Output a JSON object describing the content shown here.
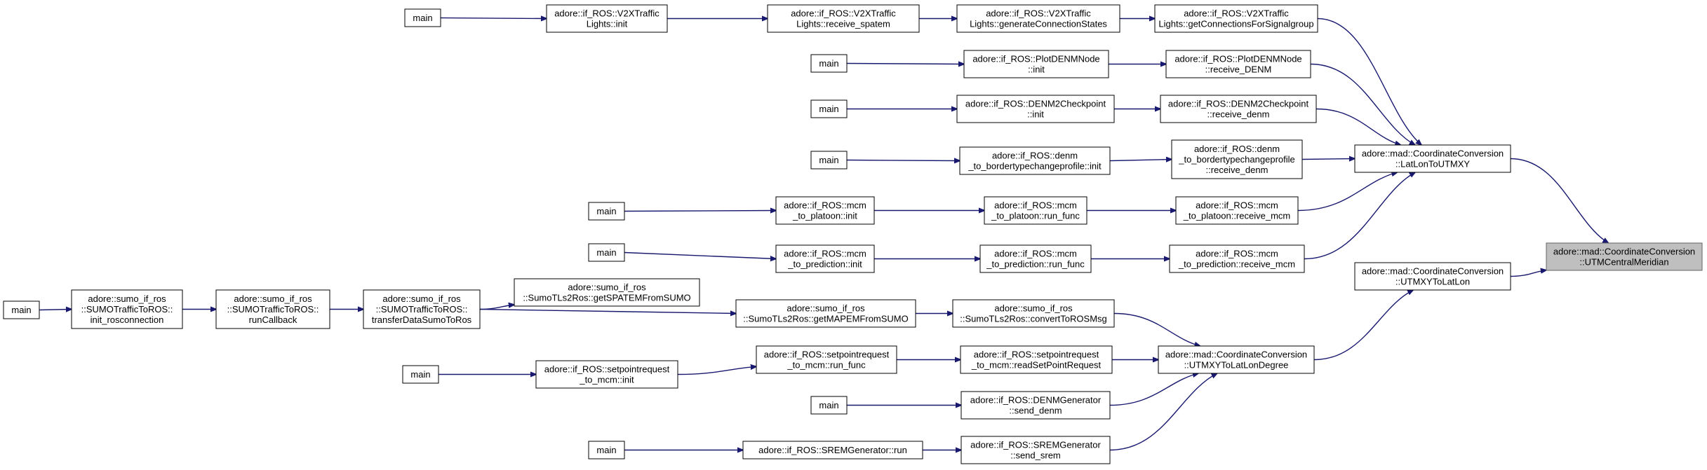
{
  "nodes": [
    {
      "id": "target",
      "lines": [
        "adore::mad::CoordinateConversion",
        "::UTMCentralMeridian"
      ]
    },
    {
      "id": "latlon",
      "lines": [
        "adore::mad::CoordinateConversion",
        "::LatLonToUTMXY"
      ]
    },
    {
      "id": "utmlatlon",
      "lines": [
        "adore::mad::CoordinateConversion",
        "::UTMXYToLatLon"
      ]
    },
    {
      "id": "utmdeg",
      "lines": [
        "adore::mad::CoordinateConversion",
        "::UTMXYToLatLonDegree"
      ]
    },
    {
      "id": "getconn",
      "lines": [
        "adore::if_ROS::V2XTraffic",
        "Lights::getConnectionsForSignalgroup"
      ]
    },
    {
      "id": "genconn",
      "lines": [
        "adore::if_ROS::V2XTraffic",
        "Lights::generateConnectionStates"
      ]
    },
    {
      "id": "recvspatem",
      "lines": [
        "adore::if_ROS::V2XTraffic",
        "Lights::receive_spatem"
      ]
    },
    {
      "id": "v2xinit",
      "lines": [
        "adore::if_ROS::V2XTraffic",
        "Lights::init"
      ]
    },
    {
      "id": "main1",
      "lines": [
        "main"
      ]
    },
    {
      "id": "plotrecv",
      "lines": [
        "adore::if_ROS::PlotDENMNode",
        "::receive_DENM"
      ]
    },
    {
      "id": "plotinit",
      "lines": [
        "adore::if_ROS::PlotDENMNode",
        "::init"
      ]
    },
    {
      "id": "main2",
      "lines": [
        "main"
      ]
    },
    {
      "id": "d2crecv",
      "lines": [
        "adore::if_ROS::DENM2Checkpoint",
        "::receive_denm"
      ]
    },
    {
      "id": "d2cinit",
      "lines": [
        "adore::if_ROS::DENM2Checkpoint",
        "::init"
      ]
    },
    {
      "id": "main3",
      "lines": [
        "main"
      ]
    },
    {
      "id": "btrecv",
      "lines": [
        "adore::if_ROS::denm",
        "_to_bordertypechangeprofile",
        "::receive_denm"
      ]
    },
    {
      "id": "btinit",
      "lines": [
        "adore::if_ROS::denm",
        "_to_bordertypechangeprofile::init"
      ]
    },
    {
      "id": "main4",
      "lines": [
        "main"
      ]
    },
    {
      "id": "platrecv",
      "lines": [
        "adore::if_ROS::mcm",
        "_to_platoon::receive_mcm"
      ]
    },
    {
      "id": "platrun",
      "lines": [
        "adore::if_ROS::mcm",
        "_to_platoon::run_func"
      ]
    },
    {
      "id": "platinit",
      "lines": [
        "adore::if_ROS::mcm",
        "_to_platoon::init"
      ]
    },
    {
      "id": "main5",
      "lines": [
        "main"
      ]
    },
    {
      "id": "predrecv",
      "lines": [
        "adore::if_ROS::mcm",
        "_to_prediction::receive_mcm"
      ]
    },
    {
      "id": "predrun",
      "lines": [
        "adore::if_ROS::mcm",
        "_to_prediction::run_func"
      ]
    },
    {
      "id": "predinit",
      "lines": [
        "adore::if_ROS::mcm",
        "_to_prediction::init"
      ]
    },
    {
      "id": "main6",
      "lines": [
        "main"
      ]
    },
    {
      "id": "spatem",
      "lines": [
        "adore::sumo_if_ros",
        "::SumoTLs2Ros::getSPATEMFromSUMO"
      ]
    },
    {
      "id": "mapem",
      "lines": [
        "adore::sumo_if_ros",
        "::SumoTLs2Ros::getMAPEMFromSUMO"
      ]
    },
    {
      "id": "convros",
      "lines": [
        "adore::sumo_if_ros",
        "::SumoTLs2Ros::convertToROSMsg"
      ]
    },
    {
      "id": "transfer",
      "lines": [
        "adore::sumo_if_ros",
        "::SUMOTrafficToROS::",
        "transferDataSumoToRos"
      ]
    },
    {
      "id": "runcb",
      "lines": [
        "adore::sumo_if_ros",
        "::SUMOTrafficToROS::",
        "runCallback"
      ]
    },
    {
      "id": "initros",
      "lines": [
        "adore::sumo_if_ros",
        "::SUMOTrafficToROS::",
        "init_rosconnection"
      ]
    },
    {
      "id": "main7",
      "lines": [
        "main"
      ]
    },
    {
      "id": "sprread",
      "lines": [
        "adore::if_ROS::setpointrequest",
        "_to_mcm::readSetPointRequest"
      ]
    },
    {
      "id": "sprrun",
      "lines": [
        "adore::if_ROS::setpointrequest",
        "_to_mcm::run_func"
      ]
    },
    {
      "id": "sprinit",
      "lines": [
        "adore::if_ROS::setpointrequest",
        "_to_mcm::init"
      ]
    },
    {
      "id": "main8",
      "lines": [
        "main"
      ]
    },
    {
      "id": "denmsend",
      "lines": [
        "adore::if_ROS::DENMGenerator",
        "::send_denm"
      ]
    },
    {
      "id": "main9",
      "lines": [
        "main"
      ]
    },
    {
      "id": "sremsend",
      "lines": [
        "adore::if_ROS::SREMGenerator",
        "::send_srem"
      ]
    },
    {
      "id": "sremrun",
      "lines": [
        "adore::if_ROS::SREMGenerator::run"
      ]
    },
    {
      "id": "main10",
      "lines": [
        "main"
      ]
    }
  ],
  "edges": [
    [
      "latlon",
      "target"
    ],
    [
      "utmlatlon",
      "target"
    ],
    [
      "utmdeg",
      "utmlatlon"
    ],
    [
      "getconn",
      "latlon"
    ],
    [
      "genconn",
      "getconn"
    ],
    [
      "recvspatem",
      "genconn"
    ],
    [
      "v2xinit",
      "recvspatem"
    ],
    [
      "main1",
      "v2xinit"
    ],
    [
      "plotrecv",
      "latlon"
    ],
    [
      "plotinit",
      "plotrecv"
    ],
    [
      "main2",
      "plotinit"
    ],
    [
      "d2crecv",
      "latlon"
    ],
    [
      "d2cinit",
      "d2crecv"
    ],
    [
      "main3",
      "d2cinit"
    ],
    [
      "btrecv",
      "latlon"
    ],
    [
      "btinit",
      "btrecv"
    ],
    [
      "main4",
      "btinit"
    ],
    [
      "platrecv",
      "latlon"
    ],
    [
      "platrun",
      "platrecv"
    ],
    [
      "platinit",
      "platrun"
    ],
    [
      "main5",
      "platinit"
    ],
    [
      "predrecv",
      "latlon"
    ],
    [
      "predrun",
      "predrecv"
    ],
    [
      "predinit",
      "predrun"
    ],
    [
      "main6",
      "predinit"
    ],
    [
      "convros",
      "utmdeg"
    ],
    [
      "mapem",
      "convros"
    ],
    [
      "transfer",
      "spatem"
    ],
    [
      "transfer",
      "mapem"
    ],
    [
      "runcb",
      "transfer"
    ],
    [
      "initros",
      "runcb"
    ],
    [
      "main7",
      "initros"
    ],
    [
      "sprread",
      "utmdeg"
    ],
    [
      "sprrun",
      "sprread"
    ],
    [
      "sprinit",
      "sprrun"
    ],
    [
      "main8",
      "sprinit"
    ],
    [
      "denmsend",
      "utmdeg"
    ],
    [
      "main9",
      "denmsend"
    ],
    [
      "sremsend",
      "utmdeg"
    ],
    [
      "sremrun",
      "sremsend"
    ],
    [
      "main10",
      "sremrun"
    ]
  ],
  "colors": {
    "edge": "#191970",
    "target_fill": "#bfbfbf",
    "node_border": "#000000"
  }
}
